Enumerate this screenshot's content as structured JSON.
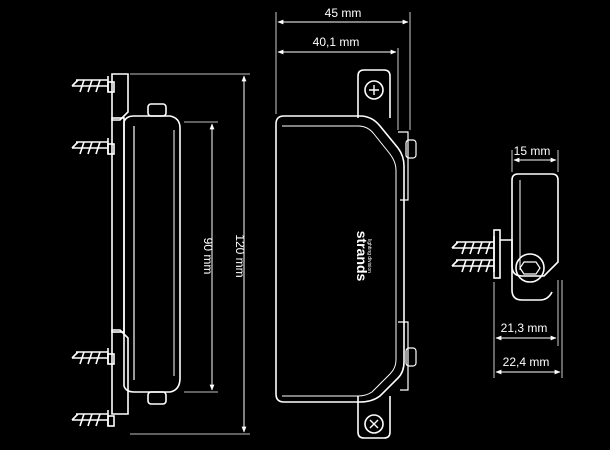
{
  "drawing": {
    "dimensions": {
      "overall_width": "45 mm",
      "body_width": "40,1 mm",
      "height_total": "120 mm",
      "height_body": "90 mm",
      "depth_top": "15 mm",
      "depth_mid": "21,3 mm",
      "depth_bottom": "22,4 mm"
    },
    "brand": {
      "name": "strands",
      "tagline": "lighting division"
    },
    "colors": {
      "background": "#000000",
      "line": "#ffffff"
    }
  }
}
